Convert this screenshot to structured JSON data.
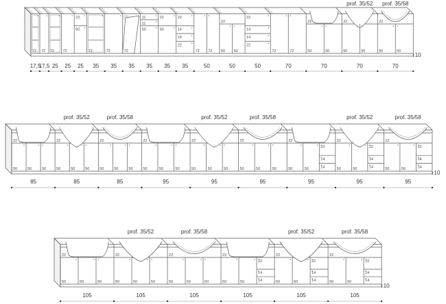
{
  "plinth_label": "10",
  "colors": {
    "line": "#555555",
    "text": "#333333"
  },
  "rows": [
    {
      "modules": [
        {
          "width": 17.5,
          "width_label": "17,5",
          "type": "open-shelf",
          "columns": [
            [
              "72"
            ]
          ]
        },
        {
          "width": 17.5,
          "width_label": "17,5",
          "type": "door",
          "columns": [
            [
              "72"
            ]
          ]
        },
        {
          "width": 25,
          "width_label": "25",
          "type": "open-shelf",
          "columns": [
            [
              "72"
            ]
          ]
        },
        {
          "width": 25,
          "width_label": "25",
          "type": "door",
          "columns": [
            [
              "72"
            ]
          ]
        },
        {
          "width": 25,
          "width_label": "25",
          "type": "door",
          "columns": [
            [
              "22",
              "50"
            ]
          ]
        },
        {
          "width": 35,
          "width_label": "35",
          "type": "open-shelf",
          "columns": [
            [
              "72"
            ]
          ]
        },
        {
          "width": 35,
          "width_label": "35",
          "type": "door",
          "columns": [
            [
              "72"
            ]
          ]
        },
        {
          "width": 35,
          "width_label": "35",
          "type": "dishwasher",
          "columns": [
            [
              "72"
            ]
          ]
        },
        {
          "width": 35,
          "width_label": "35",
          "type": "door",
          "columns": [
            [
              "11",
              "11",
              "50"
            ]
          ]
        },
        {
          "width": 35,
          "width_label": "35",
          "type": "door",
          "columns": [
            [
              "22",
              "50"
            ]
          ]
        },
        {
          "width": 35,
          "width_label": "35",
          "type": "drawers",
          "columns": [
            [
              "22",
              "14",
              "14",
              "22"
            ]
          ]
        },
        {
          "width": 50,
          "width_label": "50",
          "type": "door",
          "columns": [
            [
              "72"
            ],
            [
              "72"
            ]
          ]
        },
        {
          "width": 50,
          "width_label": "50",
          "type": "door",
          "band": "22",
          "columns": [
            [
              "50"
            ],
            [
              "50"
            ]
          ]
        },
        {
          "width": 50,
          "width_label": "50",
          "type": "drawers",
          "columns": [
            [
              "22",
              "14",
              "14",
              "22"
            ]
          ]
        },
        {
          "width": 70,
          "width_label": "70",
          "type": "door",
          "columns": [
            [
              "72"
            ],
            [
              "72"
            ]
          ]
        },
        {
          "width": 70,
          "width_label": "70",
          "type": "sink",
          "sink": "rect",
          "band": "22",
          "columns": [
            [
              "50"
            ],
            [
              "50"
            ]
          ]
        },
        {
          "width": 70,
          "width_label": "70",
          "type": "sink",
          "sink": "v",
          "prof": "prof. 35/52",
          "band": "22",
          "columns": [
            [
              "50"
            ],
            [
              "50"
            ]
          ]
        },
        {
          "width": 70,
          "width_label": "70",
          "type": "sink",
          "sink": "oval",
          "prof": "prof. 35/58",
          "band": "22",
          "columns": [
            [
              "50"
            ],
            [
              "50"
            ]
          ]
        }
      ]
    },
    {
      "modules": [
        {
          "width": 85,
          "width_label": "85",
          "type": "sink",
          "sink": "rect",
          "band": "22",
          "columns": [
            [
              "50"
            ],
            [
              "50"
            ],
            [
              "50"
            ]
          ]
        },
        {
          "width": 85,
          "width_label": "85",
          "type": "sink",
          "sink": "v",
          "prof": "prof. 35/52",
          "band": "22",
          "columns": [
            [
              "50"
            ],
            [
              "50"
            ],
            [
              "50"
            ]
          ]
        },
        {
          "width": 85,
          "width_label": "85",
          "type": "sink",
          "sink": "oval",
          "prof": "prof. 35/58",
          "band": "22",
          "columns": [
            [
              "50"
            ],
            [
              "50"
            ],
            [
              "50"
            ]
          ]
        },
        {
          "width": 95,
          "width_label": "95",
          "type": "sink",
          "sink": "rect",
          "band": "22",
          "columns": [
            [
              "50"
            ],
            [
              "50"
            ],
            [
              "50"
            ]
          ]
        },
        {
          "width": 95,
          "width_label": "95",
          "type": "sink",
          "sink": "v",
          "prof": "prof. 35/52",
          "band": "22",
          "columns": [
            [
              "50"
            ],
            [
              "50"
            ],
            [
              "50"
            ]
          ]
        },
        {
          "width": 95,
          "width_label": "95",
          "type": "sink",
          "sink": "oval",
          "prof": "prof. 35/58",
          "band": "22",
          "columns": [
            [
              "50"
            ],
            [
              "50"
            ],
            [
              "50"
            ]
          ]
        },
        {
          "width": 95,
          "width_label": "95",
          "type": "sink",
          "sink": "rect",
          "band": "22",
          "columns": [
            [
              "50"
            ],
            [
              "50"
            ],
            [
              "22",
              "14",
              "14"
            ]
          ]
        },
        {
          "width": 95,
          "width_label": "95",
          "type": "sink",
          "sink": "v",
          "prof": "prof. 35/52",
          "band": "22",
          "columns": [
            [
              "50"
            ],
            [
              "50"
            ],
            [
              "22",
              "14",
              "14"
            ]
          ]
        },
        {
          "width": 95,
          "width_label": "95",
          "type": "sink",
          "sink": "oval",
          "prof": "prof. 35/58",
          "band": "22",
          "columns": [
            [
              "50"
            ],
            [
              "50"
            ],
            [
              "22",
              "14",
              "14"
            ]
          ]
        }
      ]
    },
    {
      "modules": [
        {
          "width": 105,
          "width_label": "105",
          "type": "sink",
          "sink": "rect",
          "band": "22",
          "columns": [
            [
              "50"
            ],
            [
              "50"
            ],
            [
              "50"
            ]
          ]
        },
        {
          "width": 105,
          "width_label": "105",
          "type": "sink",
          "sink": "v",
          "prof": "prof. 35/52",
          "band": "22",
          "columns": [
            [
              "50"
            ],
            [
              "50"
            ],
            [
              "50"
            ]
          ]
        },
        {
          "width": 105,
          "width_label": "105",
          "type": "sink",
          "sink": "oval",
          "prof": "prof. 35/58",
          "band": "22",
          "columns": [
            [
              "50"
            ],
            [
              "50"
            ],
            [
              "50"
            ]
          ]
        },
        {
          "width": 105,
          "width_label": "105",
          "type": "sink",
          "sink": "rect",
          "band": "22",
          "columns": [
            [
              "50"
            ],
            [
              "50"
            ],
            [
              "22",
              "14",
              "14"
            ]
          ]
        },
        {
          "width": 105,
          "width_label": "105",
          "type": "sink",
          "sink": "v",
          "prof": "prof. 35/52",
          "band": "22",
          "columns": [
            [
              "50"
            ],
            [
              "50"
            ],
            [
              "22",
              "14",
              "14"
            ]
          ]
        },
        {
          "width": 105,
          "width_label": "105",
          "type": "sink",
          "sink": "oval",
          "prof": "prof. 35/58",
          "band": "22",
          "columns": [
            [
              "50"
            ],
            [
              "50"
            ],
            [
              "22",
              "14",
              "14"
            ]
          ]
        }
      ]
    }
  ]
}
